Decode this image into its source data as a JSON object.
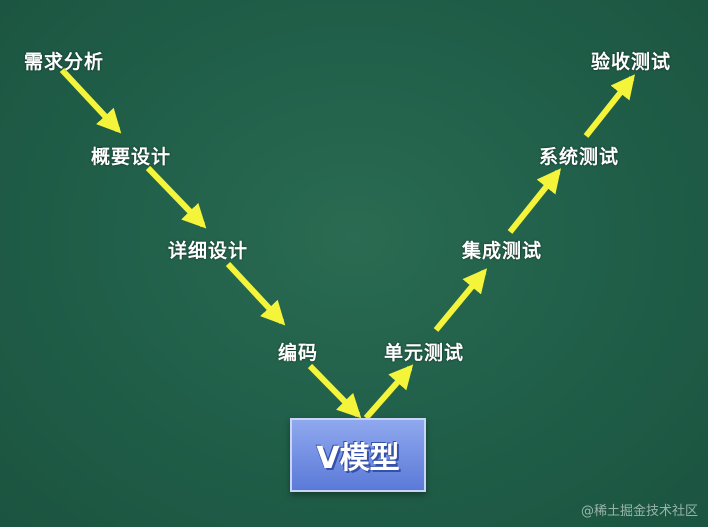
{
  "nodes": {
    "requirements_analysis": "需求分析",
    "high_level_design": "概要设计",
    "detailed_design": "详细设计",
    "coding": "编码",
    "unit_testing": "单元测试",
    "integration_testing": "集成测试",
    "system_testing": "系统测试",
    "acceptance_testing": "验收测试"
  },
  "center_box": {
    "label": "V模型"
  },
  "watermark": "@稀土掘金技术社区",
  "colors": {
    "background": "#21604a",
    "arrow": "#f4f43a",
    "box": "#6f8ee0",
    "text": "#ffffff"
  }
}
